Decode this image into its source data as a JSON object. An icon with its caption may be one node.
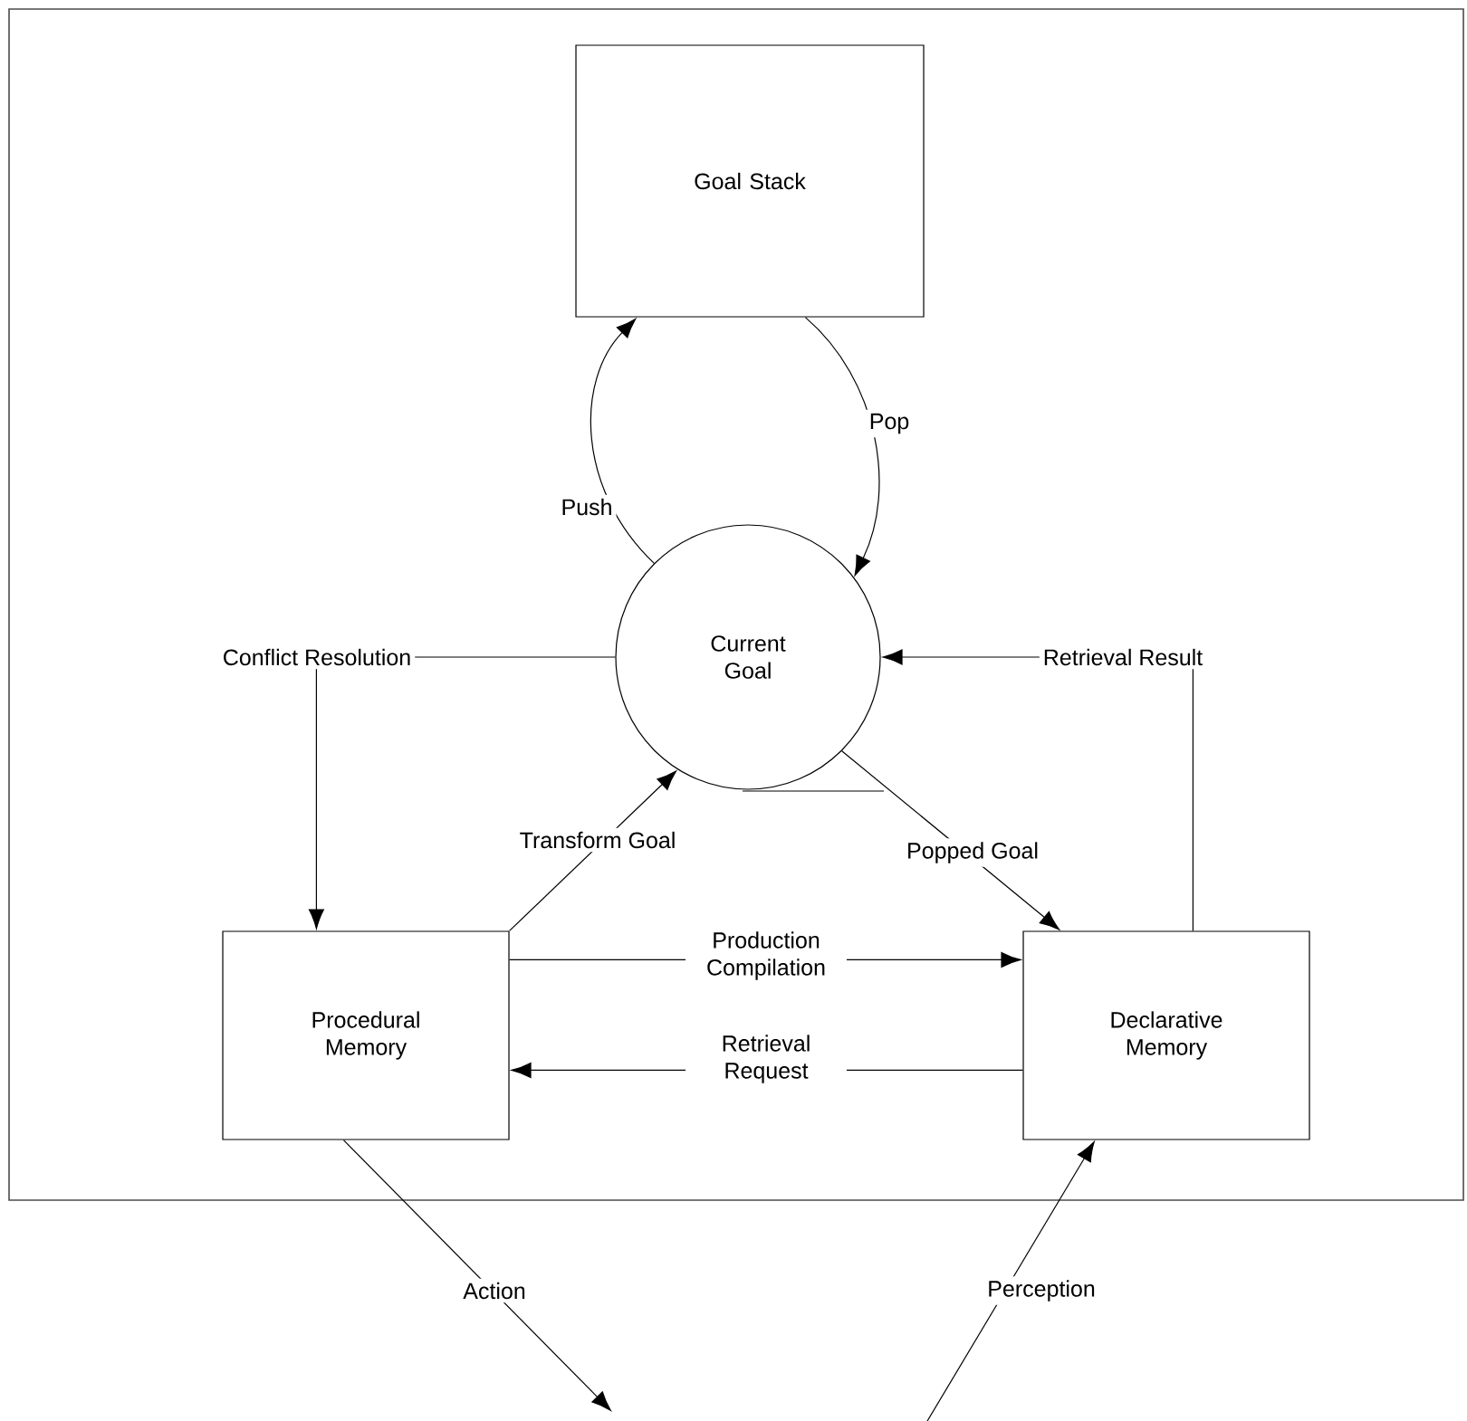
{
  "diagram": {
    "nodes": [
      {
        "text": [
          "Goal Stack"
        ]
      },
      {
        "text": [
          "Current Goal"
        ]
      },
      {
        "text": [
          "Procedural Memory"
        ]
      },
      {
        "text": [
          "Declarative Memory"
        ]
      }
    ],
    "edges": [
      {
        "from": 1,
        "to": 0,
        "arrow": "to",
        "label": "Push"
      },
      {
        "from": 0,
        "to": 1,
        "arrow": "to",
        "label": "Pop"
      },
      {
        "from": 1,
        "to": 2,
        "arrow": "to",
        "label": "Conflict Resolution"
      },
      {
        "from": 3,
        "to": 1,
        "arrow": "to",
        "label": "Retrieval Result"
      },
      {
        "from": 2,
        "to": 1,
        "arrow": "to",
        "label": "Transform Goal"
      },
      {
        "from": 1,
        "to": 3,
        "arrow": "to",
        "label": "Popped Goal"
      },
      {
        "from": 2,
        "to": 3,
        "arrow": "to",
        "label": "Production Compilation"
      },
      {
        "from": 3,
        "to": 2,
        "arrow": "to",
        "label": "Retrieval Request"
      },
      {
        "from": 2,
        "to": null,
        "arrow": "to",
        "label": "Action"
      },
      {
        "from": null,
        "to": 3,
        "arrow": "to",
        "label": "Perception"
      }
    ]
  }
}
